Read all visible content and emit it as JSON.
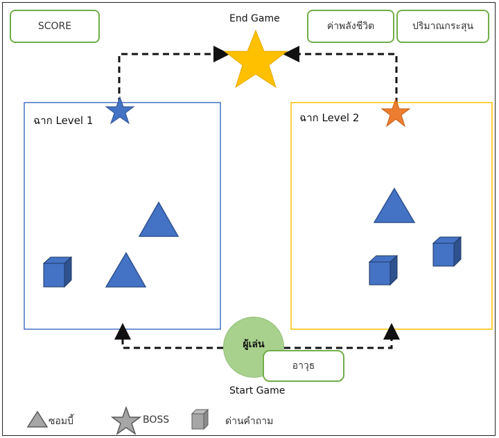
{
  "hud": {
    "score": "SCORE",
    "health": "ค่าพลังชีวิต",
    "ammo": "ปริมาณกระสุน"
  },
  "end_game": "End Game",
  "start_game": "Start Game",
  "level1": {
    "title": "ฉาก Level 1",
    "border_color": "#4472c4",
    "boss_color": "#4472c4"
  },
  "level2": {
    "title": "ฉาก Level 2",
    "border_color": "#ffc000",
    "boss_color": "#ed7d31"
  },
  "player": {
    "label": "ผู้เล่น",
    "color": "#a9d18e"
  },
  "weapon": {
    "label": "อาวุธ"
  },
  "legend": {
    "zombie": "ซอมบี้",
    "boss": "BOSS",
    "quiz": "ด่านคำถาม"
  },
  "colors": {
    "shape_fill": "#4472c4",
    "goal_star": "#ffc000",
    "hud_border": "#70ad47"
  }
}
